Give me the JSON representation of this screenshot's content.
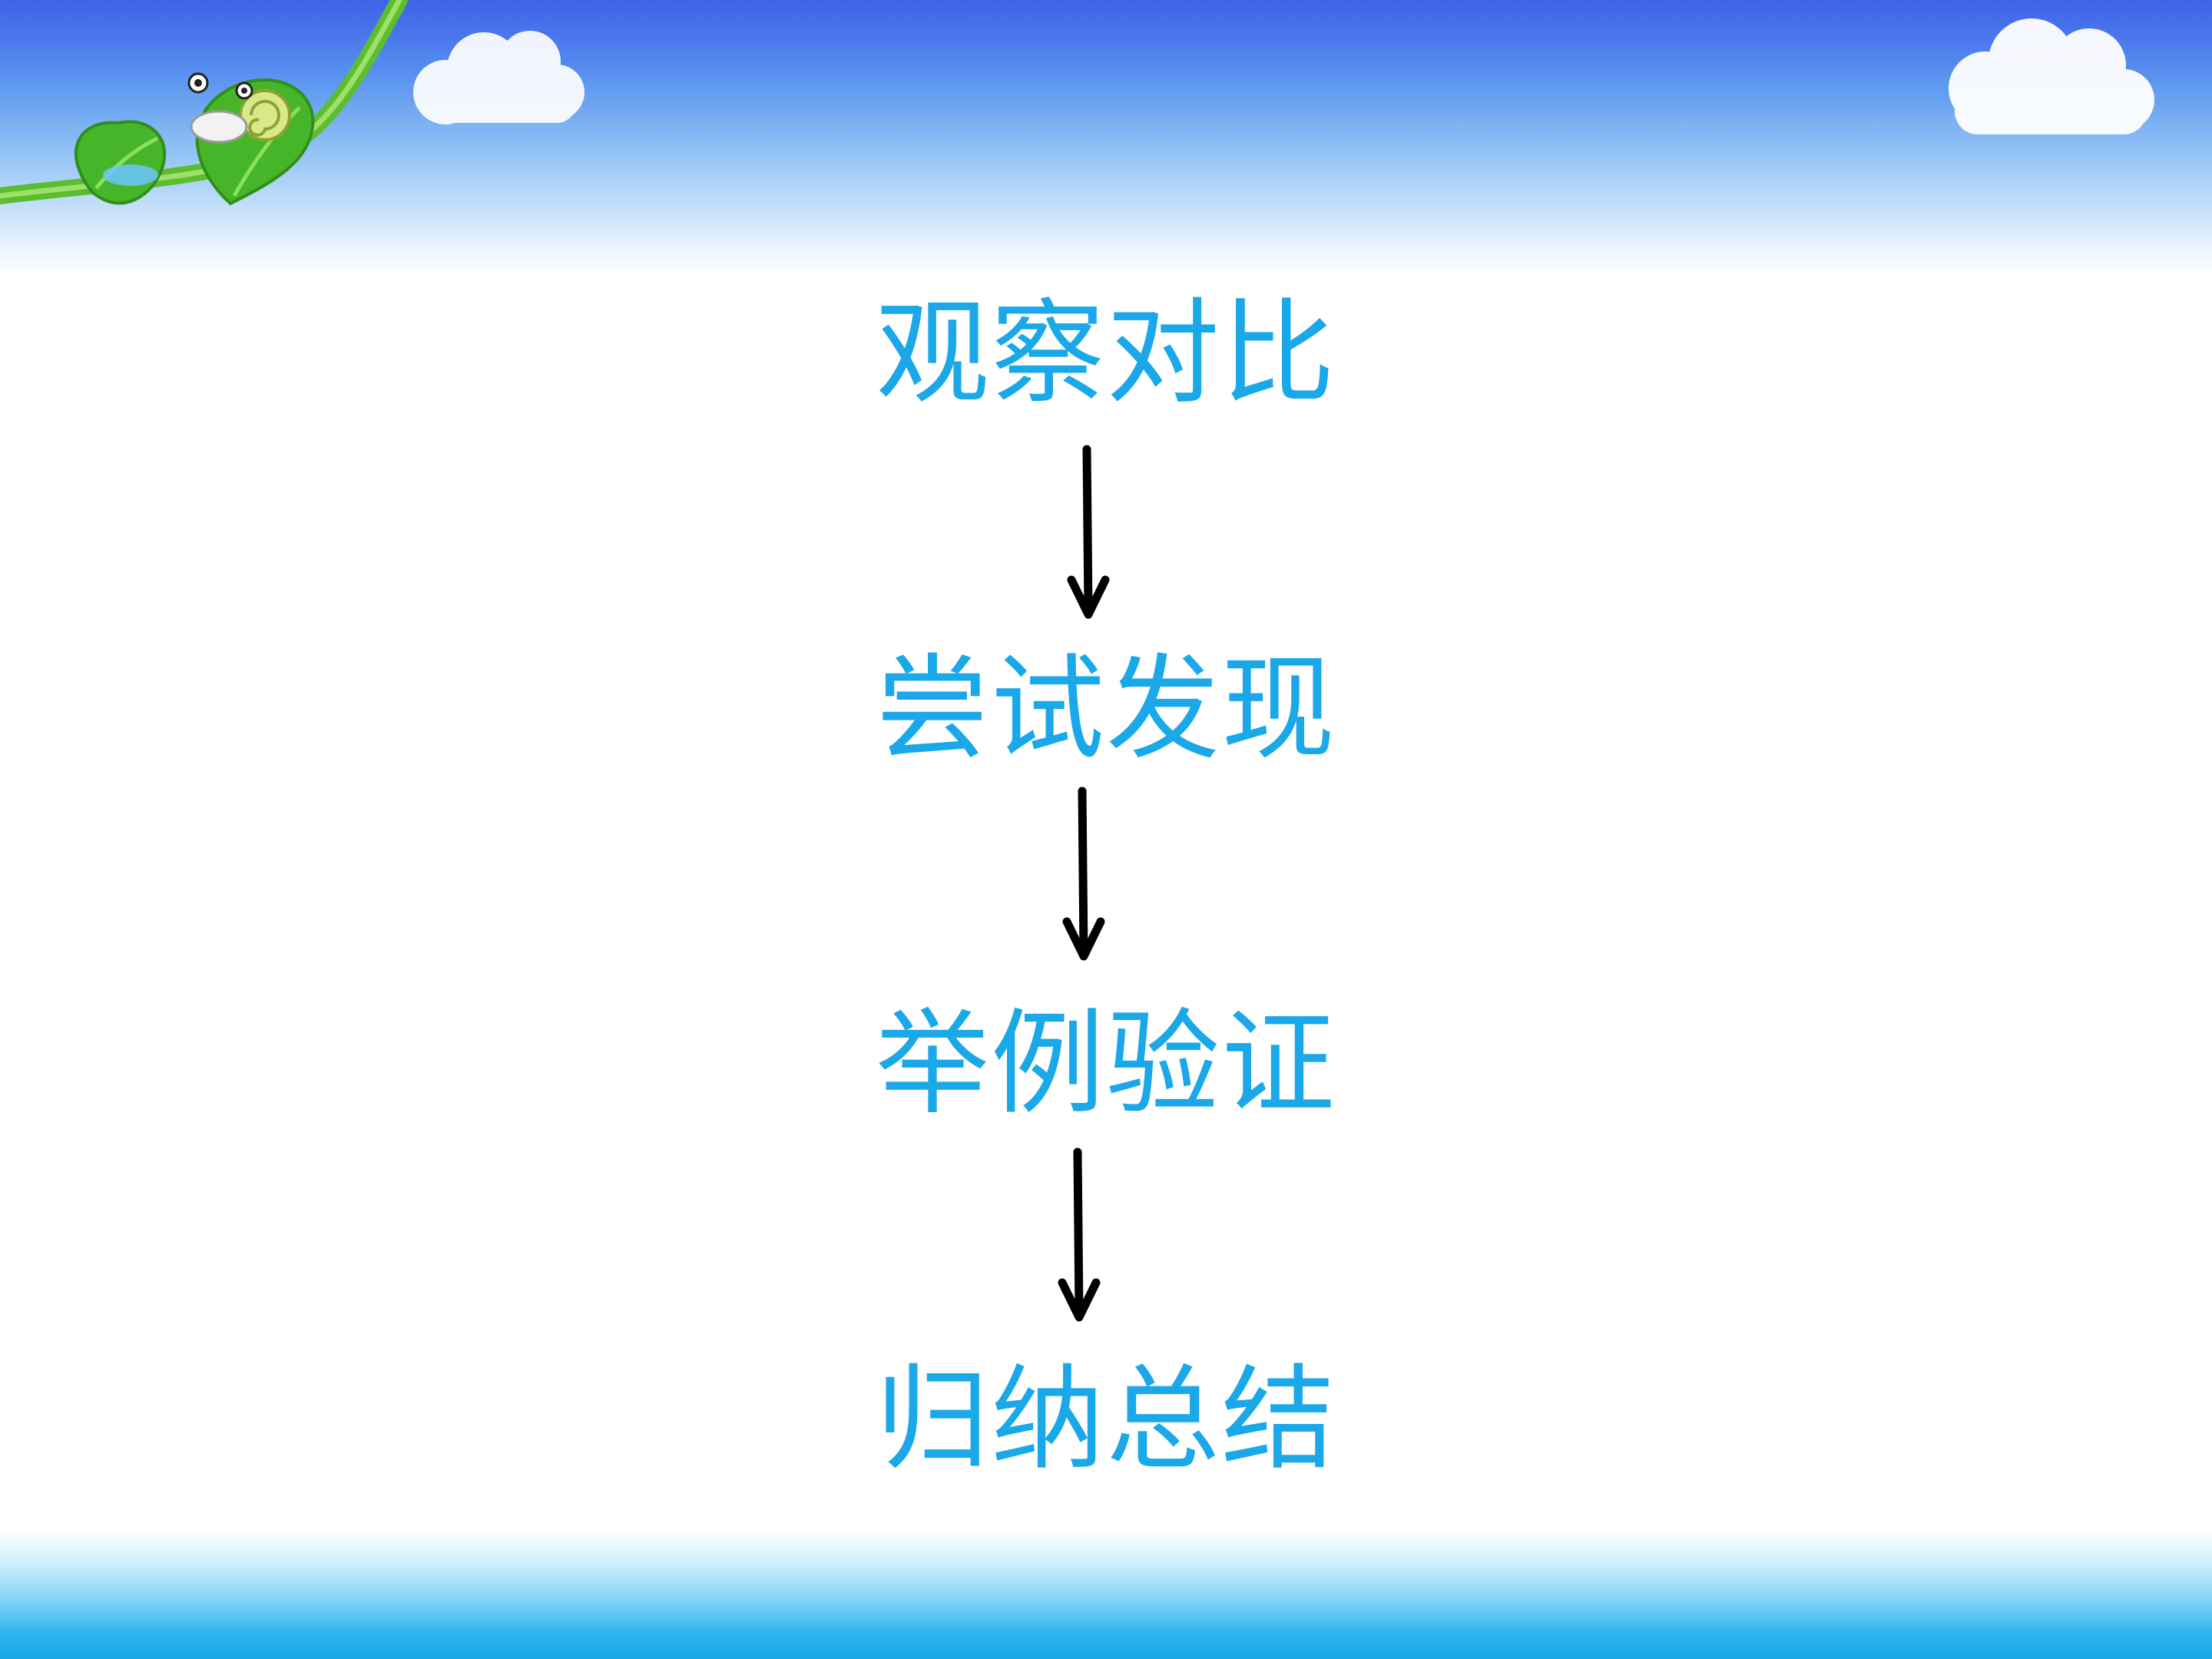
{
  "flow": {
    "steps": [
      {
        "label": "观察对比"
      },
      {
        "label": "尝试发现"
      },
      {
        "label": "举例验证"
      },
      {
        "label": "归纳总结"
      }
    ],
    "text_color": "#1aa8e8",
    "arrow_color": "#000000"
  },
  "decorations": {
    "top_band_color": "#3f63e8",
    "bottom_band_color": "#1ca7ea",
    "icons": [
      "vine-icon",
      "leaf-icon",
      "snail-icon",
      "cloud-icon"
    ]
  }
}
